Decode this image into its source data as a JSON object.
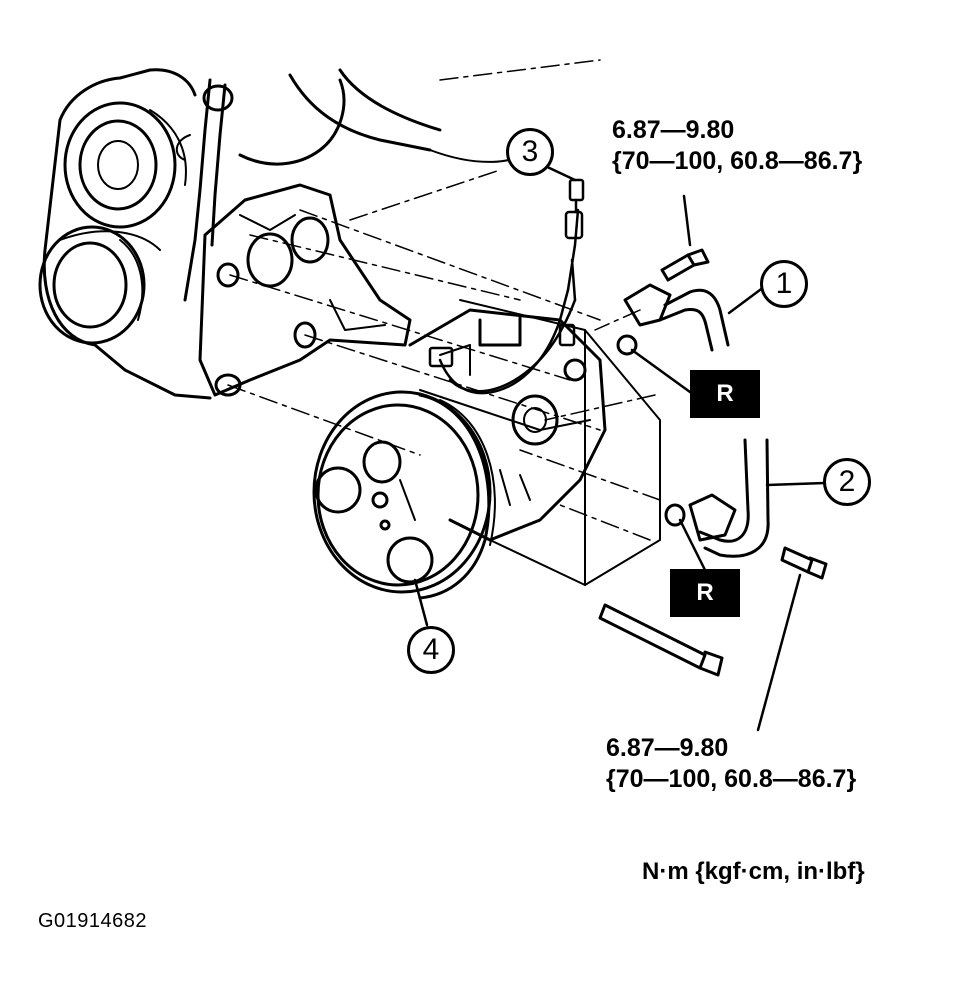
{
  "torque_top": {
    "line1": "6.87—9.80",
    "line2": "{70—100, 60.8—86.7}"
  },
  "torque_bottom": {
    "line1": "6.87—9.80",
    "line2": "{70—100, 60.8—86.7}"
  },
  "callouts": {
    "c1": "1",
    "c2": "2",
    "c3": "3",
    "c4": "4"
  },
  "replace_badges": {
    "upper": "R",
    "lower": "R"
  },
  "units": "N·m {kgf·cm, in·lbf}",
  "figure_id": "G01914682"
}
